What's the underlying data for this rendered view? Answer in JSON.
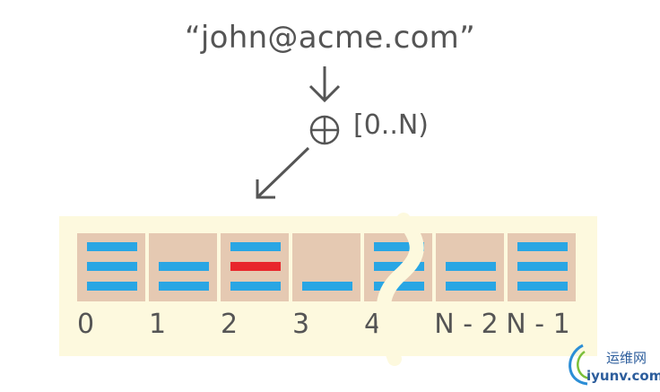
{
  "input_key": "“john@acme.com”",
  "range_label": "[0..N)",
  "buckets": [
    {
      "label": "0",
      "entries": 3,
      "highlight": null
    },
    {
      "label": "1",
      "entries": 2,
      "highlight": null
    },
    {
      "label": "2",
      "entries": 3,
      "highlight": 1
    },
    {
      "label": "3",
      "entries": 1,
      "highlight": null
    },
    {
      "label": "4",
      "entries": 3,
      "highlight": null
    },
    {
      "label": "N - 2",
      "entries": 2,
      "highlight": null
    },
    {
      "label": "N - 1",
      "entries": 3,
      "highlight": null
    }
  ],
  "colors": {
    "entry": "#29a6e4",
    "highlight": "#e8262c",
    "bucket": "#e5c9b2",
    "panel": "#fdf9de",
    "text": "#555555"
  },
  "watermark": {
    "chinese": "运维网",
    "domain": "iyunv.com"
  }
}
